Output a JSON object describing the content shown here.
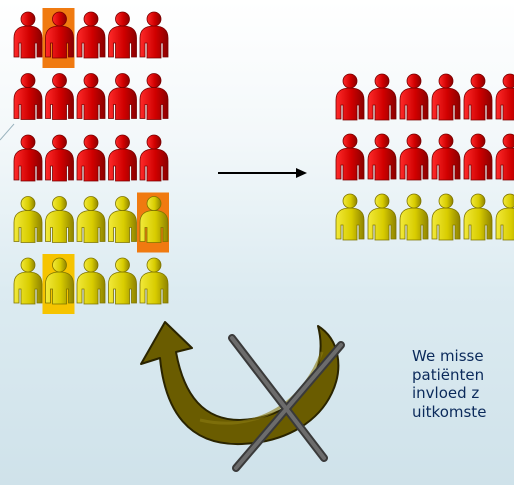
{
  "colors": {
    "red": "#d00000",
    "red_dark": "#7a0000",
    "yellow": "#d8cc00",
    "yellow_dark": "#7e7400",
    "highlight_orange": "#f07a10",
    "highlight_yellow": "#f6c400",
    "olive_arrow": "#6e5f00",
    "cross": "#555555"
  },
  "left_group": {
    "rows": [
      [
        "red",
        "red",
        "red",
        "red",
        "red"
      ],
      [
        "red",
        "red",
        "red",
        "red",
        "red"
      ],
      [
        "red",
        "red",
        "red",
        "red",
        "red"
      ],
      [
        "yellow",
        "yellow",
        "yellow",
        "yellow",
        "yellow"
      ],
      [
        "yellow",
        "yellow",
        "yellow",
        "yellow",
        "yellow"
      ]
    ],
    "highlights": [
      {
        "row": 0,
        "col": 1,
        "color": "highlight_orange"
      },
      {
        "row": 3,
        "col": 4,
        "color": "highlight_orange"
      },
      {
        "row": 4,
        "col": 1,
        "color": "highlight_yellow"
      }
    ]
  },
  "right_group": {
    "rows": [
      [
        "red",
        "red",
        "red",
        "red",
        "red",
        "red"
      ],
      [
        "red",
        "red",
        "red",
        "red",
        "red",
        "red"
      ],
      [
        "yellow",
        "yellow",
        "yellow",
        "yellow",
        "yellow",
        "yellow"
      ]
    ]
  },
  "icons": {
    "transition_arrow": "arrow-right-icon",
    "loop_arrow": "curved-arrow-icon",
    "cross": "cross-icon"
  },
  "note": {
    "line1": "We misse",
    "line2": "patiënten",
    "line3": "invloed z",
    "line4": "uitkomste"
  }
}
